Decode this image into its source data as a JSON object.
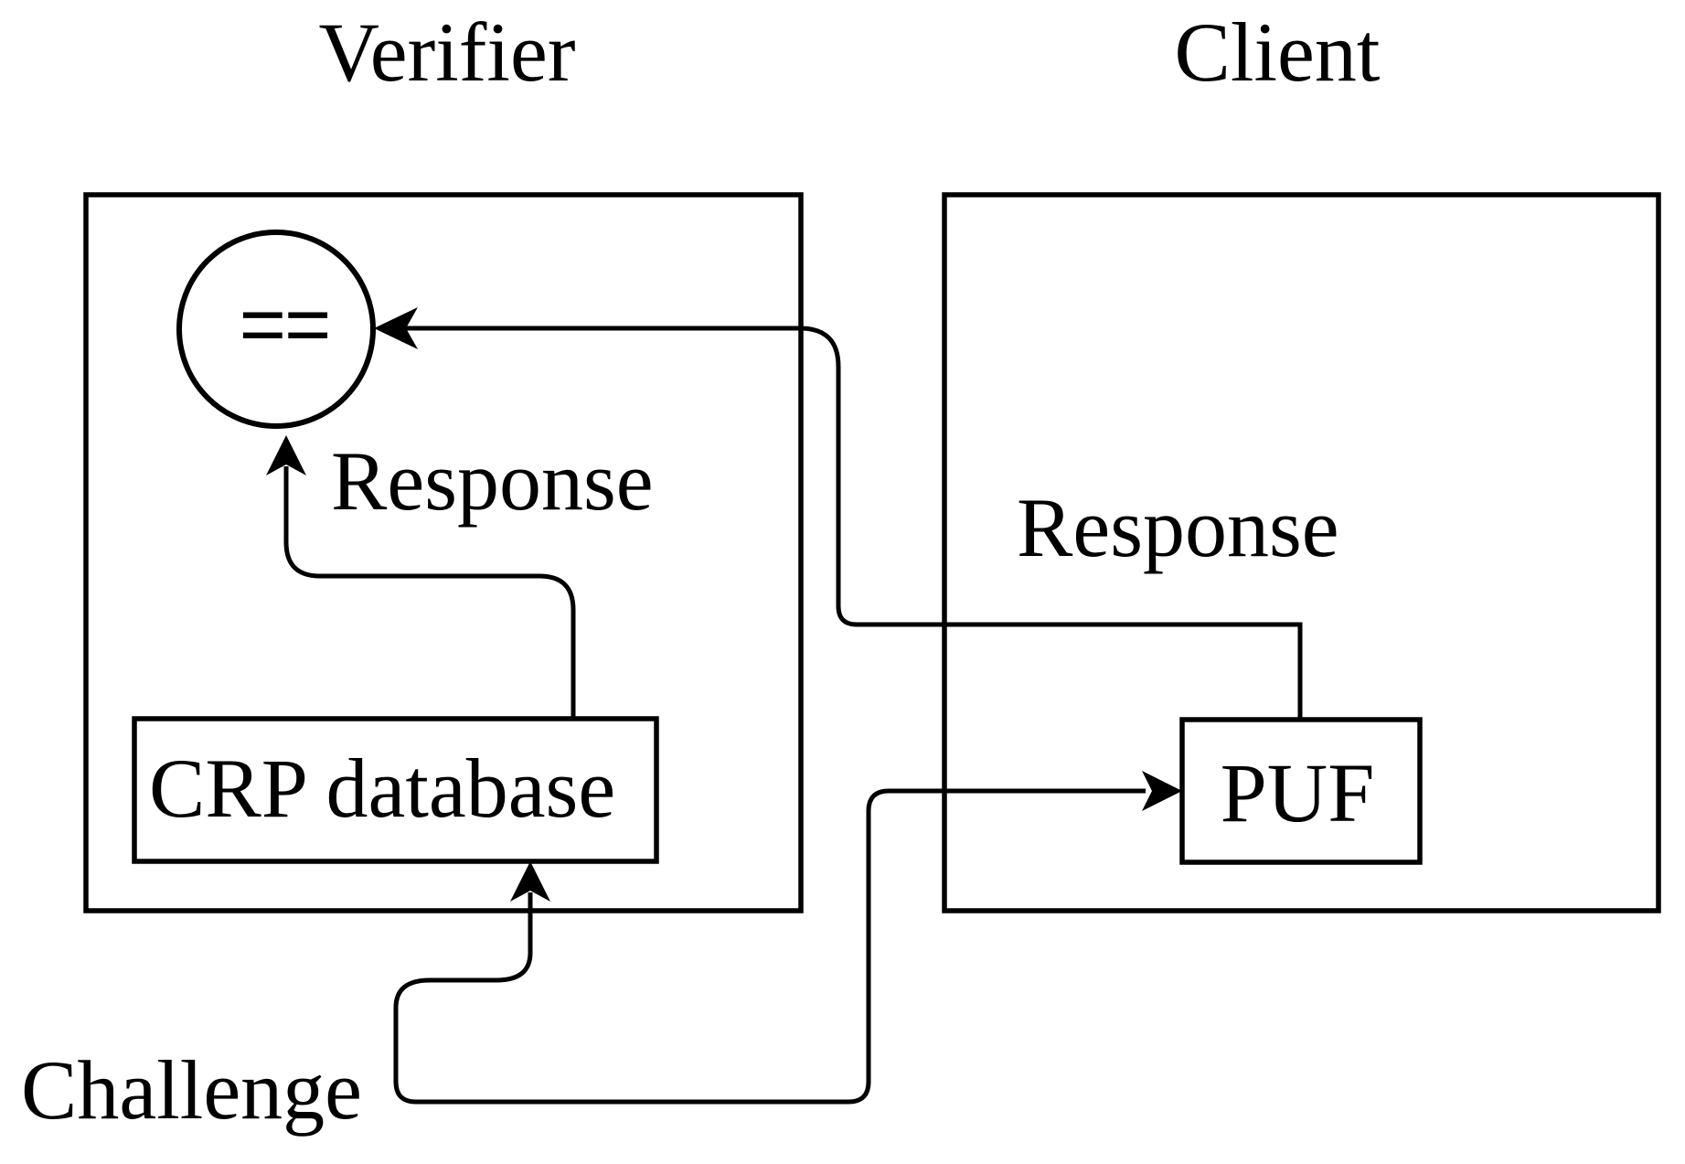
{
  "diagram": {
    "kind": "puf-challenge-response-protocol",
    "verifier": {
      "title": "Verifier",
      "comparator_symbol": "==",
      "response_label": "Response",
      "crp_box_label": "CRP database"
    },
    "client": {
      "title": "Client",
      "response_label": "Response",
      "puf_box_label": "PUF"
    },
    "challenge_label": "Challenge",
    "colors": {
      "ink": "#000000",
      "background": "#ffffff"
    }
  }
}
